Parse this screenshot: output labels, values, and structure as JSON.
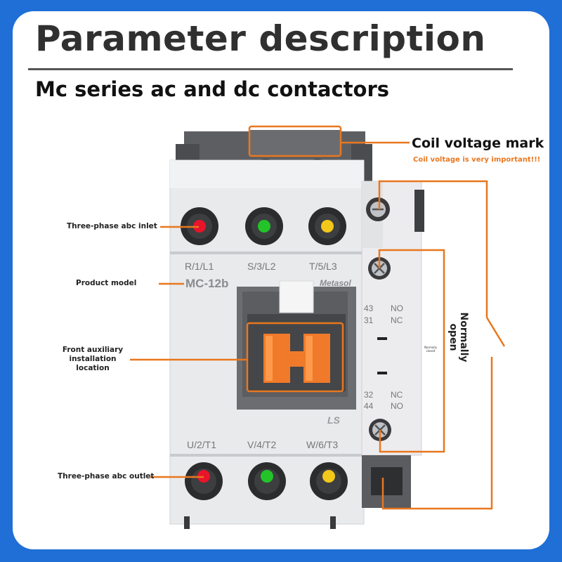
{
  "header": {
    "title": "Parameter description",
    "subtitle": "Mc series ac and dc contactors"
  },
  "callouts": {
    "coil_mark": "Coil voltage mark",
    "coil_warning": "Coil voltage is very important!!!",
    "inlet": "Three-phase abc inlet",
    "model": "Product model",
    "aux_line1": "Front auxiliary",
    "aux_line2": "installation",
    "aux_line3": "location",
    "outlet": "Three-phase abc outlet",
    "normally_open_line1": "Normally",
    "normally_open_line2": "open",
    "normally_closed_line1": "Normally",
    "normally_closed_line2": "closed"
  },
  "device": {
    "top_terminals": [
      "R/1/L1",
      "S/3/L2",
      "T/5/L3"
    ],
    "bottom_terminals": [
      "U/2/T1",
      "V/4/T2",
      "W/6/T3"
    ],
    "model": "MC-12b",
    "brand": "Metasol",
    "logo": "LS",
    "aux_top": [
      "43",
      "NO",
      "31",
      "NC"
    ],
    "aux_bottom": [
      "32",
      "NC",
      "44",
      "NO"
    ]
  },
  "colors": {
    "background": "#1f6fd6",
    "accent": "#e8771f",
    "phase_a": "#e8142a",
    "phase_b": "#22c42a",
    "phase_c": "#f2c81a"
  }
}
